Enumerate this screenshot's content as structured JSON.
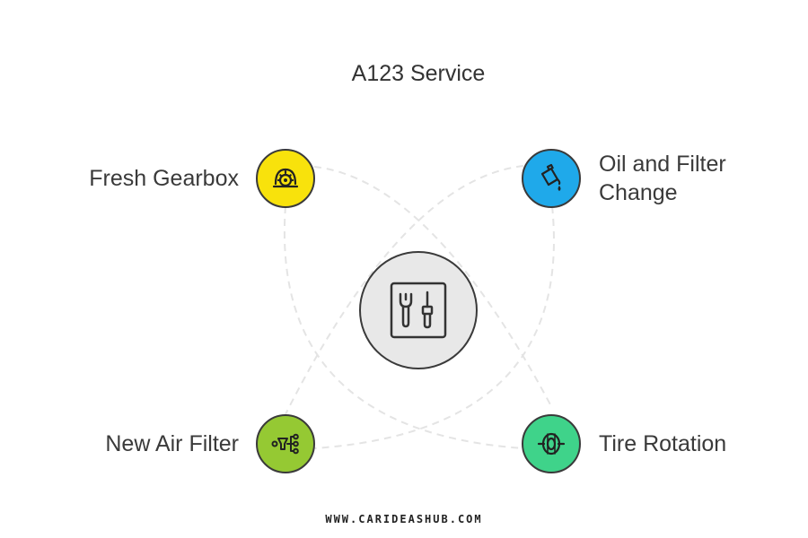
{
  "title": "A123 Service",
  "center": {
    "icon": "wrench-screwdriver-panel-icon",
    "color": "#e8e8e8"
  },
  "nodes": [
    {
      "label": "Fresh Gearbox",
      "icon": "gear-icon",
      "color": "#f8e20c"
    },
    {
      "label": "Oil and Filter Change",
      "icon": "oil-can-icon",
      "color": "#1fa9ea"
    },
    {
      "label": "New Air Filter",
      "icon": "air-filter-icon",
      "color": "#95c933"
    },
    {
      "label": "Tire Rotation",
      "icon": "tire-icon",
      "color": "#3fd38a"
    }
  ],
  "footer": "WWW.CARIDEASHUB.COM"
}
